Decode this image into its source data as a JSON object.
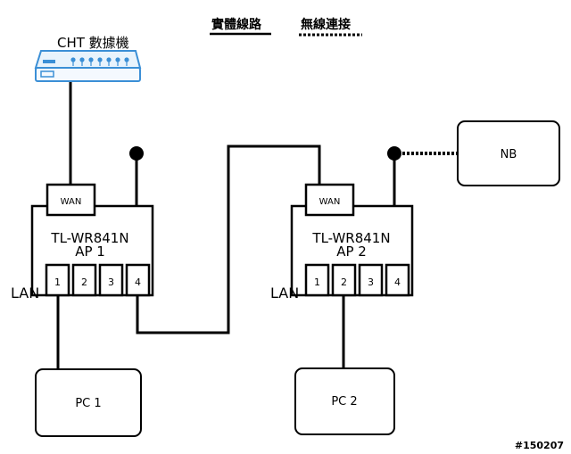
{
  "legend": {
    "wired_label": "實體線路",
    "wireless_label": "無線連接"
  },
  "modem": {
    "label": "CHT 數據機",
    "color": "#3b8fd6"
  },
  "router1": {
    "wan_label": "WAN",
    "model": "TL-WR841N",
    "name": "AP 1",
    "lan_label": "LAN",
    "ports": [
      "1",
      "2",
      "3",
      "4"
    ]
  },
  "router2": {
    "wan_label": "WAN",
    "model": "TL-WR841N",
    "name": "AP 2",
    "lan_label": "LAN",
    "ports": [
      "1",
      "2",
      "3",
      "4"
    ]
  },
  "nb": {
    "label": "NB"
  },
  "pc1": {
    "label": "PC 1"
  },
  "pc2": {
    "label": "PC 2"
  },
  "watermark": "#150207"
}
